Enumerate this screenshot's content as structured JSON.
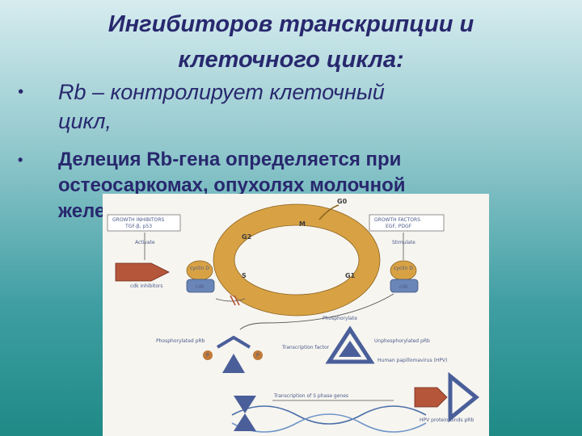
{
  "slide": {
    "title_line1": "Ингибиторов транскрипции и",
    "title_line2": "клеточного цикла:",
    "bullet_marker": "•",
    "bullets": [
      {
        "line1": "Rb – контролирует клеточный",
        "line2": "цикл,"
      },
      {
        "line1": "Делеция Rb-гена определяется при",
        "line2": "остеосаркомах, опухолях молочной",
        "line3": "желе"
      }
    ]
  },
  "figure": {
    "left_box_line1": "GROWTH INHIBITORS",
    "left_box_line2": "TGF-β, p53",
    "right_box_line1": "GROWTH FACTORS",
    "right_box_line2": "EGF, PDGF",
    "activate": "Activate",
    "stimulate": "Stimulate",
    "cdk_inhibitors": "cdk inhibitors",
    "cyclin_d": "cyclin D",
    "cdk": "cdk",
    "phase_g0": "G0",
    "phase_m": "M",
    "phase_g2": "G2",
    "phase_s": "S",
    "phase_g1": "G1",
    "phosphorylate": "Phosphorylate",
    "phosphorylated_prb": "Phosphorylated pRb",
    "transcription_factor": "Transcription factor",
    "unphosphorylated_prb": "Unphosphorylated pRb",
    "hpv": "Human papillomavirus (HPV)",
    "transcription_s": "Transcription of S phase genes",
    "hpv_protein": "HPV protein binds pRb",
    "p_mark": "P"
  },
  "colors": {
    "title_text": "#28286e",
    "ring": "#d8a244",
    "triangle": "#4a5f9a",
    "arrow_red": "#b5553a"
  }
}
